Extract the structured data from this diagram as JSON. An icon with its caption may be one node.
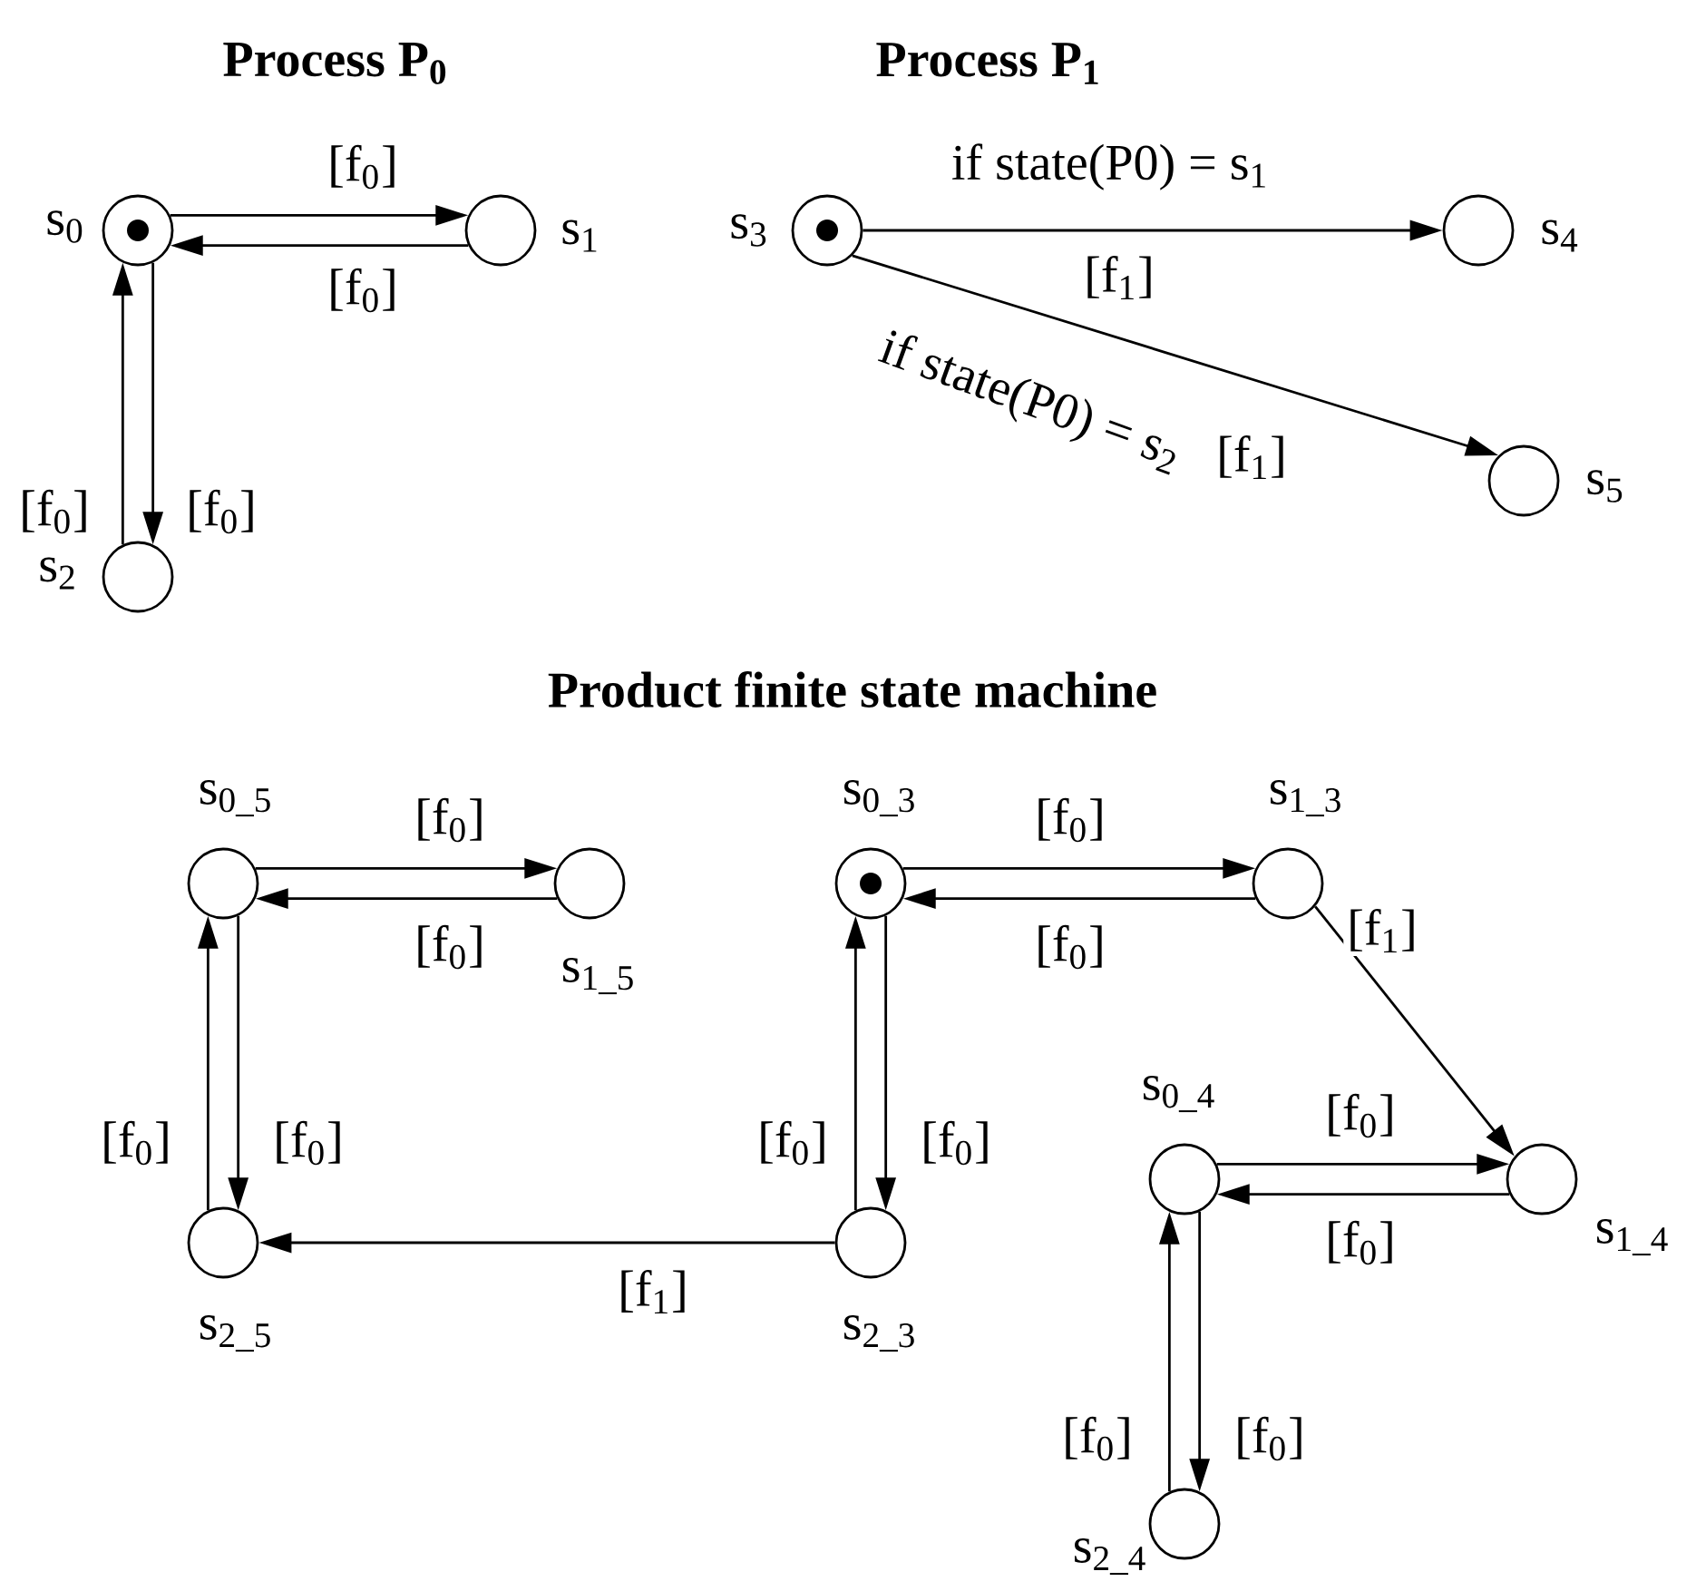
{
  "diagram": {
    "nodes": [
      {
        "text": [],
        "shape": "circle",
        "beside": [
          "s$_{0}$"
        ]
      },
      {
        "text": [],
        "shape": "circle",
        "beside": [
          "s$_{1}$"
        ]
      },
      {
        "text": [],
        "shape": "circle",
        "beside": [
          "s$_{2}$"
        ]
      },
      {
        "text": [],
        "shape": "circle",
        "beside": [
          "s$_{3}$"
        ]
      },
      {
        "text": [],
        "shape": "circle",
        "beside": [
          "s$_{4}$"
        ]
      },
      {
        "text": [],
        "shape": "circle",
        "beside": [
          "s$_{5}$"
        ]
      },
      {
        "text": [],
        "shape": "circle",
        "beside": [
          "s$_{0_5}$"
        ]
      },
      {
        "text": [],
        "shape": "circle",
        "beside": [
          "s$_{1_5}$"
        ]
      },
      {
        "text": [],
        "shape": "circle",
        "beside": [
          "s$_{2_5}$"
        ]
      },
      {
        "text": [],
        "shape": "circle",
        "beside": [
          "s$_{0_3}$"
        ]
      },
      {
        "text": [],
        "shape": "circle",
        "beside": [
          "s$_{1_3}$"
        ]
      },
      {
        "text": [],
        "shape": "circle",
        "beside": [
          "s$_{2_3}$"
        ]
      },
      {
        "text": [],
        "shape": "circle",
        "beside": [
          "s$_{0_4}$"
        ]
      },
      {
        "text": [],
        "shape": "circle",
        "beside": [
          "s$_{1_4}$"
        ]
      },
      {
        "text": [],
        "shape": "circle",
        "beside": [
          "s$_{2_4}$"
        ]
      }
    ],
    "edges": [
      {
        "from": 0,
        "to": 1,
        "arrow": "to",
        "label": "[f$_{0}$]"
      },
      {
        "from": 1,
        "to": 0,
        "arrow": "to",
        "label": "[f$_{0}$]"
      },
      {
        "from": 2,
        "to": 0,
        "arrow": "to",
        "label": "[f$_{0}$]"
      },
      {
        "from": 0,
        "to": 2,
        "arrow": "to",
        "label": "[f$_{0}$]"
      },
      {
        "from": 3,
        "to": 4,
        "arrow": "to",
        "label": "[f$_{1}$]"
      },
      {
        "from": 3,
        "to": 5,
        "arrow": "to",
        "label": "[f$_{1}$]"
      },
      {
        "from": 6,
        "to": 7,
        "arrow": "to",
        "label": "[f$_{0}$]"
      },
      {
        "from": 7,
        "to": 6,
        "arrow": "to",
        "label": "[f$_{0}$]"
      },
      {
        "from": 8,
        "to": 6,
        "arrow": "to",
        "label": "[f$_{0}$]"
      },
      {
        "from": 6,
        "to": 8,
        "arrow": "to",
        "label": "[f$_{0}$]"
      },
      {
        "from": 9,
        "to": 10,
        "arrow": "to",
        "label": "[f$_{0}$]"
      },
      {
        "from": 10,
        "to": 9,
        "arrow": "to",
        "label": "[f$_{0}$]"
      },
      {
        "from": 11,
        "to": 9,
        "arrow": "to",
        "label": "[f$_{0}$]"
      },
      {
        "from": 9,
        "to": 11,
        "arrow": "to",
        "label": "[f$_{0}$]"
      },
      {
        "from": 10,
        "to": 13,
        "arrow": "to",
        "label": "[f$_{1}$]"
      },
      {
        "from": 11,
        "to": 8,
        "arrow": "to",
        "label": "[f$_{1}$]"
      },
      {
        "from": 12,
        "to": 13,
        "arrow": "to",
        "label": "[f$_{0}$]"
      },
      {
        "from": 13,
        "to": 12,
        "arrow": "to",
        "label": "[f$_{0}$]"
      },
      {
        "from": 14,
        "to": 12,
        "arrow": "to",
        "label": "[f$_{0}$]"
      },
      {
        "from": 12,
        "to": 14,
        "arrow": "to",
        "label": "[f$_{0}$]"
      }
    ],
    "labels": [
      "**Process P$_{0}$**",
      "**Process P$_{1}$**",
      "if state(P0) = s$_{1}$",
      "if state(P0) = s$_{2}$",
      "**Product finite state machine**"
    ]
  }
}
